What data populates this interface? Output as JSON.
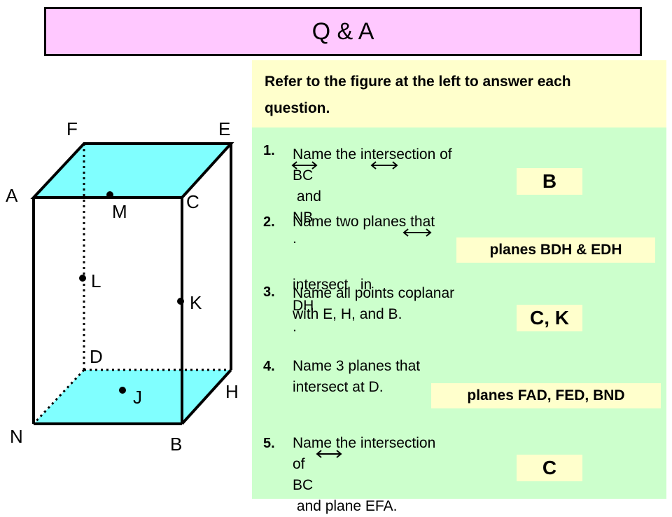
{
  "title": "Q & A",
  "instruction": {
    "line1": "Refer to the figure at the left to answer each",
    "line2": "question."
  },
  "figure": {
    "points": {
      "F": "F",
      "E": "E",
      "A": "A",
      "C": "C",
      "M": "M",
      "L": "L",
      "K": "K",
      "D": "D",
      "J": "J",
      "H": "H",
      "N": "N",
      "B": "B"
    },
    "colors": {
      "plane_fill": "#80ffff",
      "edge": "#000000"
    }
  },
  "questions": [
    {
      "number": "1.",
      "line1": "Name the intersection of",
      "line2_parts": [
        "BC",
        " and ",
        "NB",
        "."
      ],
      "answer": "B"
    },
    {
      "number": "2.",
      "line1": "Name two planes that",
      "line2_parts": [
        "intersect   in  ",
        "DH",
        "."
      ],
      "answer": "planes BDH & EDH"
    },
    {
      "number": "3.",
      "line1": "Name all points coplanar",
      "line2": "with E, H, and B.",
      "answer": "C, K"
    },
    {
      "number": "4.",
      "line1": "Name 3 planes that",
      "line2": "intersect at D.",
      "answer": "planes FAD, FED, BND"
    },
    {
      "number": "5.",
      "line1": "Name the intersection",
      "line2_parts": [
        "of  ",
        "BC",
        " and plane EFA."
      ],
      "answer": "C"
    }
  ],
  "colors": {
    "title_bg": "#ffc8ff",
    "instruction_bg": "#ffffcc",
    "panel_bg": "#ccffcc",
    "answer_bg": "#ffffcc"
  }
}
